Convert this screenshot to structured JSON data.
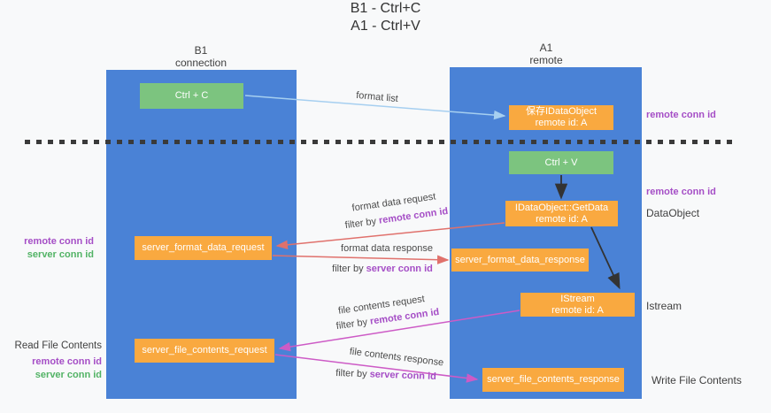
{
  "title": {
    "line1": "B1 - Ctrl+C",
    "line2": "A1 - Ctrl+V"
  },
  "columns": {
    "left": {
      "title": "B1",
      "subtitle": "connection"
    },
    "right": {
      "title": "A1",
      "subtitle": "remote"
    }
  },
  "boxes": {
    "ctrl_c": "Ctrl + C",
    "ctrl_v": "Ctrl + V",
    "save_idataobject_l1": "保存IDataObject",
    "save_idataobject_l2": "remote id: A",
    "getdata_l1": "IDataObject::GetData",
    "getdata_l2": "remote id: A",
    "istream_l1": "IStream",
    "istream_l2": "remote id: A",
    "format_request": "server_format_data_request",
    "format_response": "server_format_data_response",
    "file_request": "server_file_contents_request",
    "file_response": "server_file_contents_response"
  },
  "labels": {
    "format_list": "format list",
    "format_data_request": "format data request",
    "format_data_response": "format data response",
    "file_contents_request": "file contents request",
    "file_contents_response": "file contents response",
    "filter_by": "filter by",
    "remote_conn_id": "remote conn id",
    "server_conn_id": "server conn id",
    "dataobject": "DataObject",
    "istream": "Istream",
    "read_file_contents": "Read File Contents",
    "write_file_contents": "Write File Contents"
  },
  "colors": {
    "column_blue": "#4a82d6",
    "box_green": "#7cc47f",
    "box_orange": "#f9a940",
    "arrow_light_blue": "#a6cff0",
    "arrow_red": "#e0716c",
    "arrow_magenta": "#cd5bc6",
    "arrow_black": "#333333",
    "text_purple": "#a54ec6",
    "text_green": "#52b365",
    "text_dark": "#3c3c3c"
  }
}
